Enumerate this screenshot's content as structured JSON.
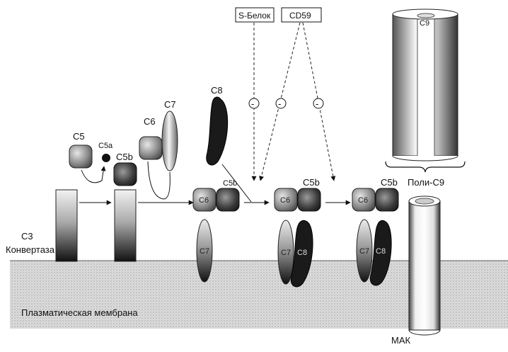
{
  "labels": {
    "c3_convertase_line1": "C3",
    "c3_convertase_line2": "Конвертаза",
    "membrane": "Плазматическая мембрана",
    "mac": "МАК",
    "poly_c9": "Поли-С9",
    "c9_in_pore": "С9",
    "s_protein": "S-Белок",
    "cd59": "CD59",
    "inhibit_sign": "-"
  },
  "components": {
    "c5": "C5",
    "c5a": "C5a",
    "c5b": "C5b",
    "c6": "C6",
    "c7": "C7",
    "c8": "C8"
  }
}
